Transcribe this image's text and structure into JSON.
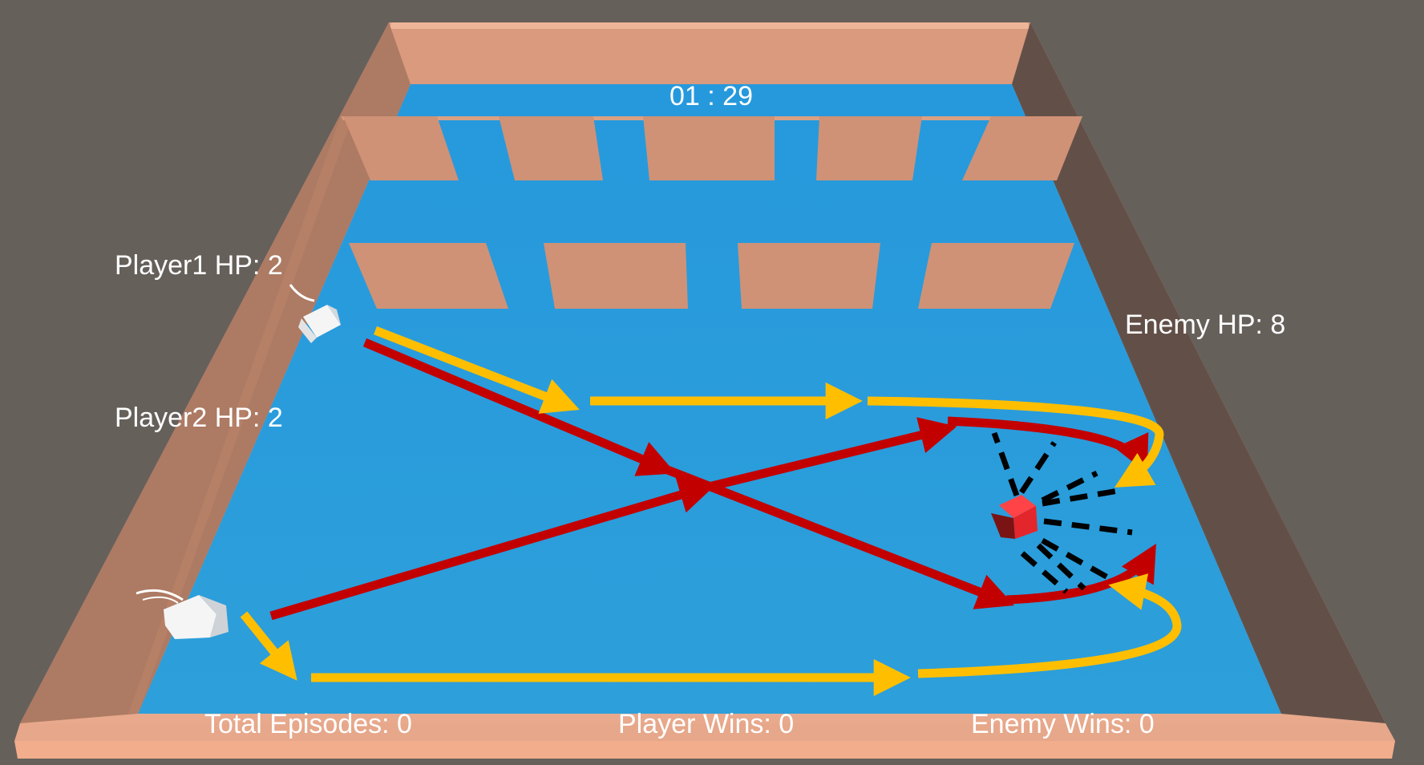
{
  "hud": {
    "timer": "01 : 29",
    "player1_hp": "Player1 HP: 2",
    "player2_hp": "Player2 HP: 2",
    "enemy_hp": "Enemy HP: 8",
    "total_episodes": "Total Episodes: 0",
    "player_wins": "Player Wins: 0",
    "enemy_wins": "Enemy Wins: 0"
  },
  "colors": {
    "background": "#66605b",
    "floor": "#2a9ad8",
    "wall": "#d4957a",
    "player": "#f2f2f2",
    "enemy": "#e5222a",
    "path_red": "#c30000",
    "path_yellow": "#ffbf00",
    "vision_rays": "#000000",
    "hud_text": "#ffffff"
  },
  "entities": {
    "player1": "white-cube",
    "player2": "white-cube",
    "enemy": "red-cube"
  }
}
